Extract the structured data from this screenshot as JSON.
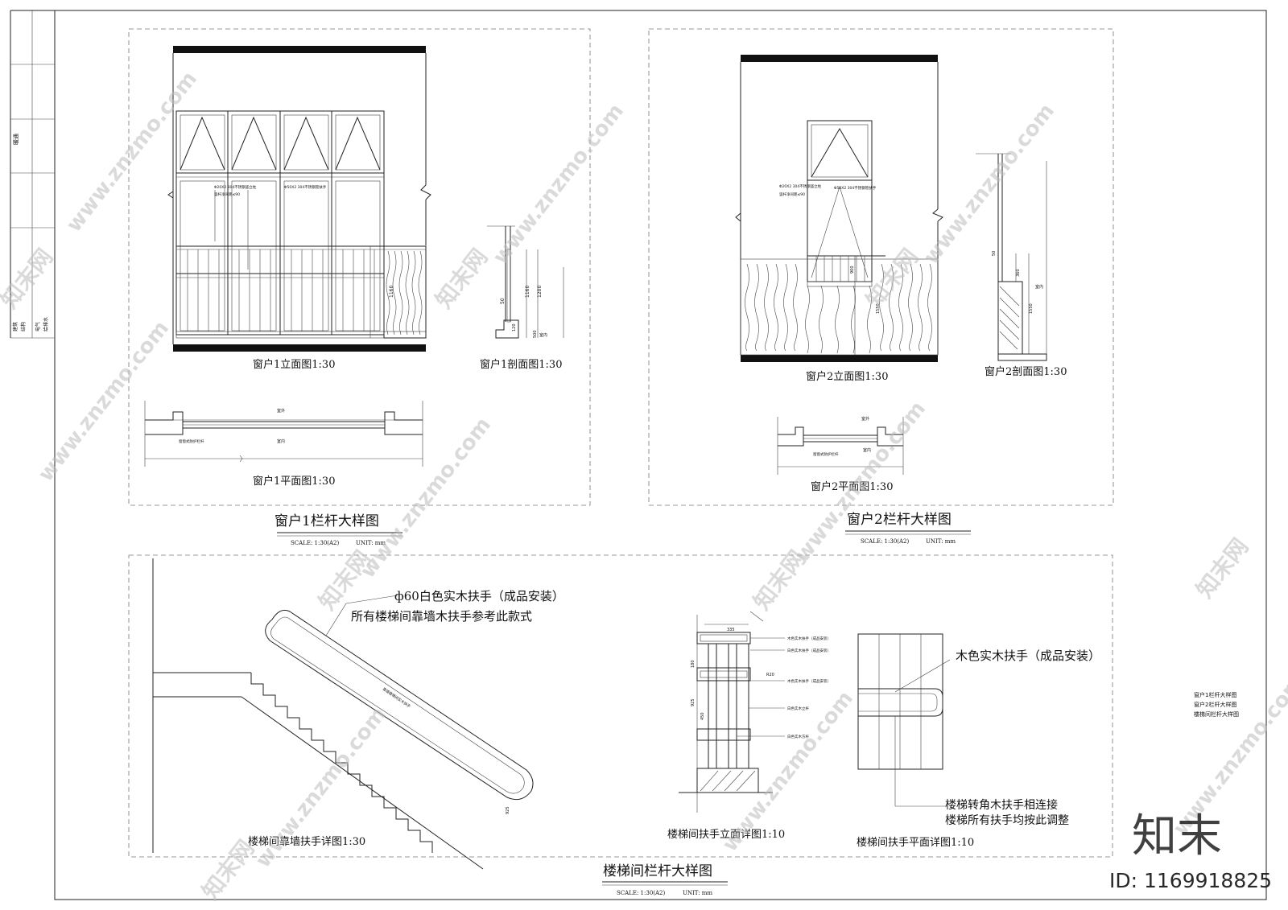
{
  "window1": {
    "elevation_title": "窗户1立面图1:30",
    "section_title": "窗户1剖面图1:30",
    "plan_title": "窗户1平面图1:30",
    "sheet_title": "窗户1栏杆大样图",
    "scale": "SCALE: 1:30(A2)",
    "unit": "UNIT: mm",
    "notes": [
      "Φ20X2 304不锈钢竖立柱",
      "竖杆净间距≤90",
      "Φ50X2 304不锈钢管扶手"
    ],
    "dims": [
      "1160",
      "1200",
      "50",
      "120",
      "500"
    ],
    "plan_labels": [
      "室外",
      "室内",
      "窗窗式防护栏杆"
    ],
    "section_labels": [
      "室内"
    ]
  },
  "window2": {
    "elevation_title": "窗户2立面图1:30",
    "section_title": "窗户2剖面图1:30",
    "plan_title": "窗户2平面图1:30",
    "sheet_title": "窗户2栏杆大样图",
    "scale": "SCALE: 1:30(A2)",
    "unit": "UNIT: mm",
    "notes": [
      "Φ20X2 304不锈钢竖立柱",
      "竖杆净间距≤90",
      "Φ50X2 304不锈钢管扶手"
    ],
    "dims": [
      "360",
      "50",
      "1550",
      "900"
    ],
    "plan_labels": [
      "室外",
      "室内",
      "窗窗式防护栏杆"
    ],
    "section_labels": [
      "室内"
    ]
  },
  "stair": {
    "wall_detail_title": "楼梯间靠墙扶手详图1:30",
    "elevation_title": "楼梯间扶手立面详图1:10",
    "plan_title": "楼梯间扶手平面详图1:10",
    "sheet_title": "楼梯间栏杆大样图",
    "scale": "SCALE: 1:30(A2)",
    "unit": "UNIT: mm",
    "handrail_note_line1": "ф60白色实木扶手（成品安装）",
    "handrail_note_line2": "所有楼梯间靠墙木扶手参考此款式",
    "plan_note": "木色实木扶手（成品安装）",
    "corner_note_line1": "楼梯转角木扶手相连接",
    "corner_note_line2": "楼梯所有扶手均按此调整",
    "elevation_notes": [
      "木色实木扶手（成品安装）",
      "白色实木扶手（成品安装）",
      "木色实木扶手（成品安装）",
      "白色实木立杆",
      "白色实木方杆"
    ],
    "elevation_dims": [
      "335",
      "180",
      "925",
      "450",
      "R20"
    ],
    "rail_label": "靠墙楼梯间实木扶手"
  },
  "legend": [
    "窗户1栏杆大样图",
    "窗户2栏杆大样图",
    "楼梯间栏杆大样图"
  ],
  "side_strip": {
    "disciplines": [
      "建筑",
      "结构",
      "电气",
      "给排水"
    ],
    "vertical_label": "暖通"
  },
  "watermark": {
    "site": "www.znzmo.com",
    "brand": "知末网",
    "logo": "知末",
    "id": "ID: 1169918825"
  }
}
